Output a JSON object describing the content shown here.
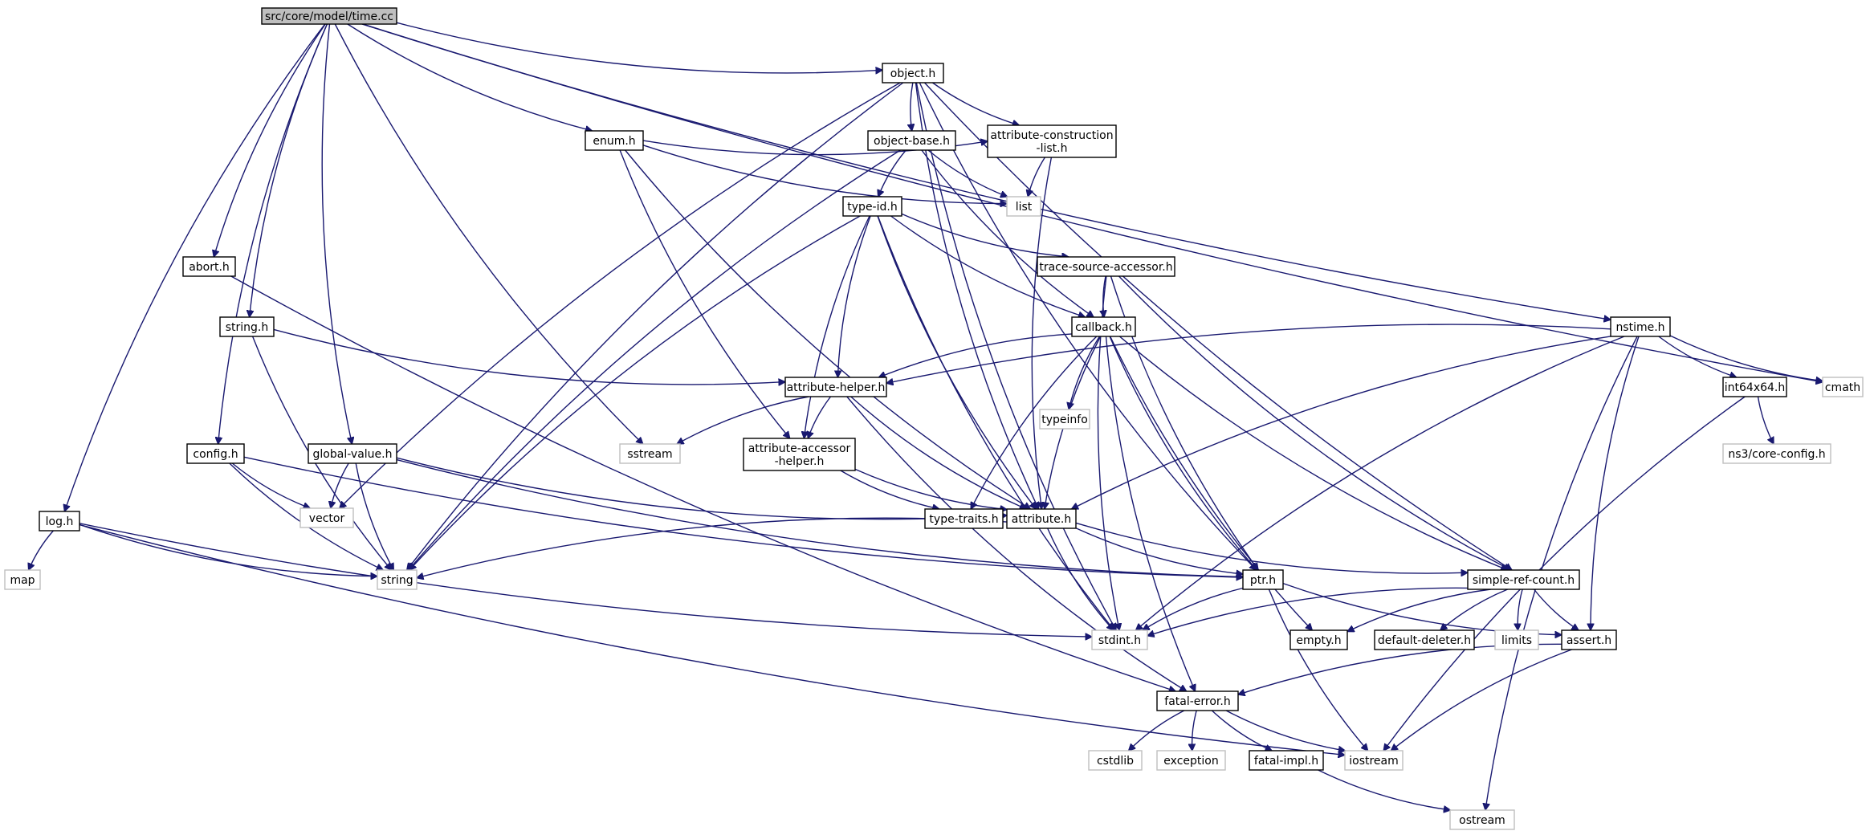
{
  "graph": {
    "nodes": [
      {
        "id": "root",
        "lines": [
          "src/core/model/time.cc"
        ],
        "kind": "root"
      },
      {
        "id": "objecth",
        "lines": [
          "object.h"
        ],
        "kind": "dark"
      },
      {
        "id": "enumh",
        "lines": [
          "enum.h"
        ],
        "kind": "dark"
      },
      {
        "id": "objectbaseh",
        "lines": [
          "object-base.h"
        ],
        "kind": "dark"
      },
      {
        "id": "attrconsth",
        "lines": [
          "attribute-construction",
          "-list.h"
        ],
        "kind": "dark"
      },
      {
        "id": "list",
        "lines": [
          "list"
        ],
        "kind": "light"
      },
      {
        "id": "typeidh",
        "lines": [
          "type-id.h"
        ],
        "kind": "dark"
      },
      {
        "id": "aborth",
        "lines": [
          "abort.h"
        ],
        "kind": "dark"
      },
      {
        "id": "tracesrch",
        "lines": [
          "trace-source-accessor.h"
        ],
        "kind": "dark"
      },
      {
        "id": "stringh",
        "lines": [
          "string.h"
        ],
        "kind": "dark"
      },
      {
        "id": "callbackh",
        "lines": [
          "callback.h"
        ],
        "kind": "dark"
      },
      {
        "id": "nstimeh",
        "lines": [
          "nstime.h"
        ],
        "kind": "dark"
      },
      {
        "id": "attrhelperh",
        "lines": [
          "attribute-helper.h"
        ],
        "kind": "dark"
      },
      {
        "id": "typeinfo",
        "lines": [
          "typeinfo"
        ],
        "kind": "light"
      },
      {
        "id": "int64x64h",
        "lines": [
          "int64x64.h"
        ],
        "kind": "dark"
      },
      {
        "id": "cmath",
        "lines": [
          "cmath"
        ],
        "kind": "light"
      },
      {
        "id": "configh",
        "lines": [
          "config.h"
        ],
        "kind": "dark"
      },
      {
        "id": "globalvalueh",
        "lines": [
          "global-value.h"
        ],
        "kind": "dark"
      },
      {
        "id": "sstream",
        "lines": [
          "sstream"
        ],
        "kind": "light"
      },
      {
        "id": "attraccessorh",
        "lines": [
          "attribute-accessor",
          "-helper.h"
        ],
        "kind": "dark"
      },
      {
        "id": "ns3coreconfig",
        "lines": [
          "ns3/core-config.h"
        ],
        "kind": "light"
      },
      {
        "id": "logh",
        "lines": [
          "log.h"
        ],
        "kind": "dark"
      },
      {
        "id": "vector",
        "lines": [
          "vector"
        ],
        "kind": "light"
      },
      {
        "id": "typetraitsh",
        "lines": [
          "type-traits.h"
        ],
        "kind": "dark"
      },
      {
        "id": "attributeh",
        "lines": [
          "attribute.h"
        ],
        "kind": "dark"
      },
      {
        "id": "map",
        "lines": [
          "map"
        ],
        "kind": "light"
      },
      {
        "id": "string",
        "lines": [
          "string"
        ],
        "kind": "light"
      },
      {
        "id": "ptrh",
        "lines": [
          "ptr.h"
        ],
        "kind": "dark"
      },
      {
        "id": "simplerefh",
        "lines": [
          "simple-ref-count.h"
        ],
        "kind": "dark"
      },
      {
        "id": "stdinth",
        "lines": [
          "stdint.h"
        ],
        "kind": "light"
      },
      {
        "id": "emptyh",
        "lines": [
          "empty.h"
        ],
        "kind": "dark"
      },
      {
        "id": "defdeleterh",
        "lines": [
          "default-deleter.h"
        ],
        "kind": "dark"
      },
      {
        "id": "limits",
        "lines": [
          "limits"
        ],
        "kind": "light"
      },
      {
        "id": "asserth",
        "lines": [
          "assert.h"
        ],
        "kind": "dark"
      },
      {
        "id": "fatalerrorh",
        "lines": [
          "fatal-error.h"
        ],
        "kind": "dark"
      },
      {
        "id": "cstdlib",
        "lines": [
          "cstdlib"
        ],
        "kind": "light"
      },
      {
        "id": "exception",
        "lines": [
          "exception"
        ],
        "kind": "light"
      },
      {
        "id": "fatalimplh",
        "lines": [
          "fatal-impl.h"
        ],
        "kind": "dark"
      },
      {
        "id": "iostream",
        "lines": [
          "iostream"
        ],
        "kind": "light"
      },
      {
        "id": "ostream",
        "lines": [
          "ostream"
        ],
        "kind": "light"
      }
    ],
    "edges": [
      [
        "root",
        "objecth"
      ],
      [
        "root",
        "enumh"
      ],
      [
        "root",
        "aborth"
      ],
      [
        "root",
        "stringh"
      ],
      [
        "root",
        "nstimeh"
      ],
      [
        "root",
        "cmath"
      ],
      [
        "root",
        "configh"
      ],
      [
        "root",
        "globalvalueh"
      ],
      [
        "root",
        "sstream"
      ],
      [
        "root",
        "logh"
      ],
      [
        "objecth",
        "objectbaseh"
      ],
      [
        "objecth",
        "attrconsth"
      ],
      [
        "objecth",
        "vector"
      ],
      [
        "objecth",
        "string"
      ],
      [
        "objecth",
        "stdinth"
      ],
      [
        "objecth",
        "attributeh"
      ],
      [
        "objecth",
        "ptrh"
      ],
      [
        "objecth",
        "simplerefh"
      ],
      [
        "enumh",
        "list"
      ],
      [
        "enumh",
        "attrconsth"
      ],
      [
        "enumh",
        "attraccessorh"
      ],
      [
        "enumh",
        "attributeh"
      ],
      [
        "objectbaseh",
        "typeidh"
      ],
      [
        "objectbaseh",
        "list"
      ],
      [
        "objectbaseh",
        "callbackh"
      ],
      [
        "objectbaseh",
        "string"
      ],
      [
        "attrconsth",
        "list"
      ],
      [
        "attrconsth",
        "attributeh"
      ],
      [
        "typeidh",
        "tracesrch"
      ],
      [
        "typeidh",
        "callbackh"
      ],
      [
        "typeidh",
        "attrhelperh"
      ],
      [
        "typeidh",
        "attraccessorh"
      ],
      [
        "typeidh",
        "attributeh"
      ],
      [
        "typeidh",
        "string"
      ],
      [
        "typeidh",
        "stdinth"
      ],
      [
        "aborth",
        "fatalerrorh"
      ],
      [
        "tracesrch",
        "callbackh"
      ],
      [
        "tracesrch",
        "ptrh"
      ],
      [
        "tracesrch",
        "simplerefh"
      ],
      [
        "tracesrch",
        "stdinth"
      ],
      [
        "stringh",
        "attrhelperh"
      ],
      [
        "stringh",
        "string"
      ],
      [
        "callbackh",
        "typeinfo"
      ],
      [
        "callbackh",
        "attrhelperh"
      ],
      [
        "callbackh",
        "typetraitsh"
      ],
      [
        "callbackh",
        "attributeh"
      ],
      [
        "callbackh",
        "ptrh"
      ],
      [
        "callbackh",
        "emptyh"
      ],
      [
        "callbackh",
        "fatalerrorh"
      ],
      [
        "callbackh",
        "simplerefh"
      ],
      [
        "nstimeh",
        "attrhelperh"
      ],
      [
        "nstimeh",
        "int64x64h"
      ],
      [
        "nstimeh",
        "cmath"
      ],
      [
        "nstimeh",
        "attributeh"
      ],
      [
        "nstimeh",
        "asserth"
      ],
      [
        "nstimeh",
        "stdinth"
      ],
      [
        "nstimeh",
        "ostream"
      ],
      [
        "attrhelperh",
        "sstream"
      ],
      [
        "attrhelperh",
        "attraccessorh"
      ],
      [
        "attrhelperh",
        "attributeh"
      ],
      [
        "attrhelperh",
        "fatalerrorh"
      ],
      [
        "int64x64h",
        "ns3coreconfig"
      ],
      [
        "int64x64h",
        "iostream"
      ],
      [
        "configh",
        "vector"
      ],
      [
        "configh",
        "string"
      ],
      [
        "configh",
        "ptrh"
      ],
      [
        "globalvalueh",
        "vector"
      ],
      [
        "globalvalueh",
        "string"
      ],
      [
        "globalvalueh",
        "attributeh"
      ],
      [
        "globalvalueh",
        "ptrh"
      ],
      [
        "attraccessorh",
        "typetraitsh"
      ],
      [
        "attraccessorh",
        "attributeh"
      ],
      [
        "logh",
        "map"
      ],
      [
        "logh",
        "string"
      ],
      [
        "logh",
        "stdinth"
      ],
      [
        "logh",
        "iostream"
      ],
      [
        "attributeh",
        "string"
      ],
      [
        "attributeh",
        "ptrh"
      ],
      [
        "attributeh",
        "simplerefh"
      ],
      [
        "attributeh",
        "stdinth"
      ],
      [
        "ptrh",
        "stdinth"
      ],
      [
        "ptrh",
        "asserth"
      ],
      [
        "ptrh",
        "iostream"
      ],
      [
        "simplerefh",
        "emptyh"
      ],
      [
        "simplerefh",
        "defdeleterh"
      ],
      [
        "simplerefh",
        "limits"
      ],
      [
        "simplerefh",
        "asserth"
      ],
      [
        "simplerefh",
        "stdinth"
      ],
      [
        "asserth",
        "fatalerrorh"
      ],
      [
        "asserth",
        "iostream"
      ],
      [
        "fatalerrorh",
        "cstdlib"
      ],
      [
        "fatalerrorh",
        "exception"
      ],
      [
        "fatalerrorh",
        "fatalimplh"
      ],
      [
        "fatalerrorh",
        "iostream"
      ],
      [
        "fatalimplh",
        "ostream"
      ]
    ]
  }
}
